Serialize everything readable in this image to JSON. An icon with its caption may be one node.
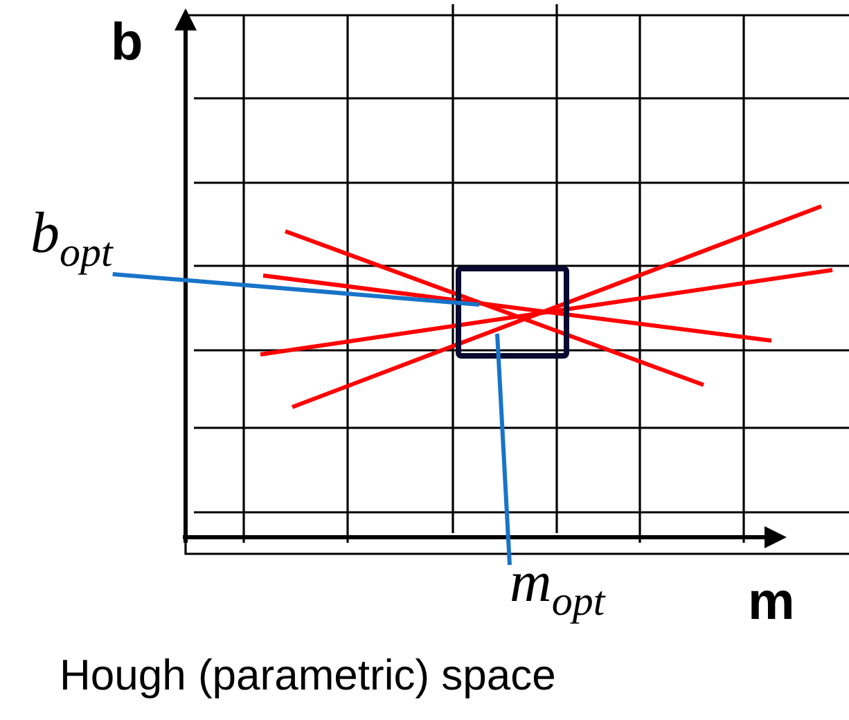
{
  "diagram": {
    "caption": "Hough (parametric) space",
    "nodes": [
      {
        "text": [
          "b$_{opt}$"
        ]
      },
      {
        "text": [
          "m$_{opt}$"
        ]
      }
    ],
    "edges": [
      {
        "from": 0,
        "to": null,
        "arrow": "none"
      },
      {
        "from": 1,
        "to": null,
        "arrow": "none"
      }
    ],
    "labels": [
      "b",
      "m"
    ]
  }
}
